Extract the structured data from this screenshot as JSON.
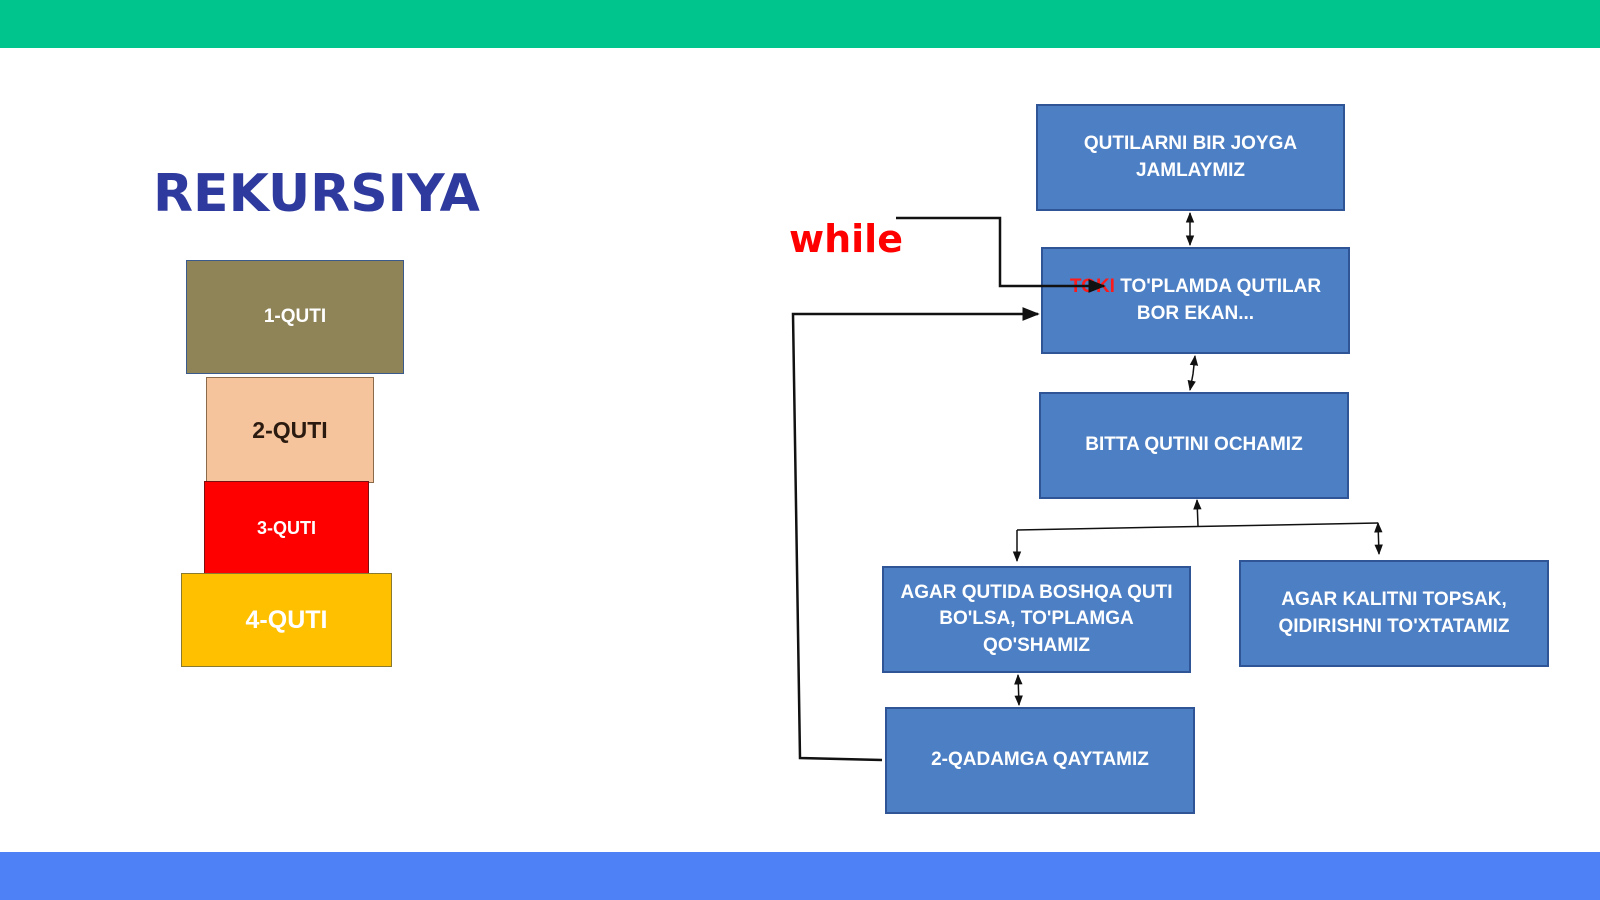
{
  "colors": {
    "top_bar": "#00c68e",
    "bottom_bar": "#4f81f6",
    "title": "#2e3a9e",
    "box1": "#8f8458",
    "box2": "#f5c49c",
    "box3": "#ff0000",
    "box4": "#ffc000",
    "flow_box": "#4d7fc4",
    "while_label": "#ff0000",
    "toki": "#ff1a1a"
  },
  "title": "REKURSIYA",
  "stack": {
    "box1": "1-QUTI",
    "box2": "2-QUTI",
    "box3": "3-QUTI",
    "box4": "4-QUTI"
  },
  "flow": {
    "step1": "QUTILARNI BIR JOYGA JAMLAYMIZ",
    "step2_keyword": "TOKI",
    "step2_rest": "TO'PLAMDA QUTILAR BOR EKAN...",
    "step3": "BITTA QUTINI OCHAMIZ",
    "step4": "AGAR QUTIDA BOSHQA QUTI BO'LSA, TO'PLAMGA QO'SHAMIZ",
    "step5": "AGAR KALITNI TOPSAK, QIDIRISHNI TO'XTATAMIZ",
    "step6": "2-QADAMGA QAYTAMIZ"
  },
  "while_label": "while"
}
